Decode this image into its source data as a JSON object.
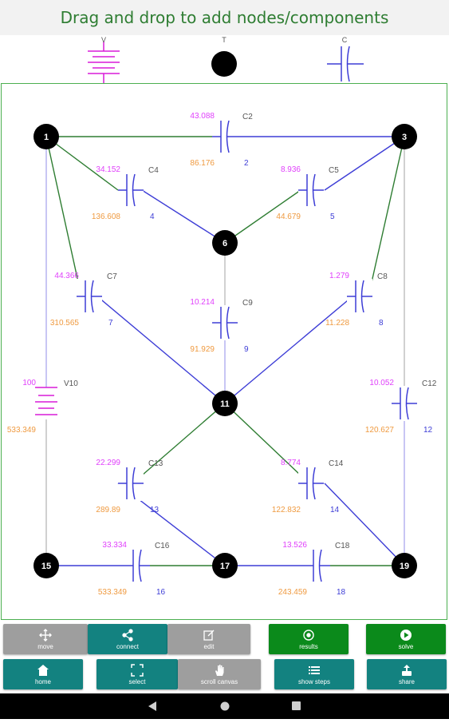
{
  "header": {
    "title": "Drag and drop to add nodes/components"
  },
  "palette": [
    {
      "label": "V",
      "icon": "battery-icon",
      "color": "#d81bd8"
    },
    {
      "label": "T",
      "icon": "node-icon",
      "color": "#000000"
    },
    {
      "label": "C",
      "icon": "capacitor-icon",
      "color": "#3d3dd6"
    }
  ],
  "circuit": {
    "nodes": [
      {
        "id": "1",
        "label": "1"
      },
      {
        "id": "3",
        "label": "3"
      },
      {
        "id": "6",
        "label": "6"
      },
      {
        "id": "11",
        "label": "11"
      },
      {
        "id": "15",
        "label": "15"
      },
      {
        "id": "17",
        "label": "17"
      },
      {
        "id": "19",
        "label": "19"
      }
    ],
    "components": [
      {
        "name": "C2",
        "type": "capacitor",
        "top_value": "43.088",
        "bottom_value": "86.176",
        "index": "2"
      },
      {
        "name": "C4",
        "type": "capacitor",
        "top_value": "34.152",
        "bottom_value": "136.608",
        "index": "4"
      },
      {
        "name": "C5",
        "type": "capacitor",
        "top_value": "8.936",
        "bottom_value": "44.679",
        "index": "5"
      },
      {
        "name": "C7",
        "type": "capacitor",
        "top_value": "44.366",
        "bottom_value": "310.565",
        "index": "7"
      },
      {
        "name": "C8",
        "type": "capacitor",
        "top_value": "1.279",
        "bottom_value": "11.228",
        "index": "8"
      },
      {
        "name": "C9",
        "type": "capacitor",
        "top_value": "10.214",
        "bottom_value": "91.929",
        "index": "9"
      },
      {
        "name": "V10",
        "type": "battery",
        "top_value": "100",
        "bottom_value": "533.349",
        "index": ""
      },
      {
        "name": "C12",
        "type": "capacitor",
        "top_value": "10.052",
        "bottom_value": "120.627",
        "index": "12"
      },
      {
        "name": "C13",
        "type": "capacitor",
        "top_value": "22.299",
        "bottom_value": "289.89",
        "index": "13"
      },
      {
        "name": "C14",
        "type": "capacitor",
        "top_value": "8.774",
        "bottom_value": "122.832",
        "index": "14"
      },
      {
        "name": "C16",
        "type": "capacitor",
        "top_value": "33.334",
        "bottom_value": "533.349",
        "index": "16"
      },
      {
        "name": "C18",
        "type": "capacitor",
        "top_value": "13.526",
        "bottom_value": "243.459",
        "index": "18"
      }
    ],
    "colors": {
      "top_value": "#e040fb",
      "bottom_value": "#ef9a40",
      "index": "#3d3dd6",
      "name": "#555555",
      "wire_blue": "#3d3dd6",
      "wire_green": "#2e7d32",
      "wire_grey": "#bdbdbd",
      "wire_lavender": "#b0aef0",
      "node": "#000000"
    }
  },
  "toolbar": {
    "move": {
      "label": "move",
      "icon": "move-arrows-icon"
    },
    "connect": {
      "label": "connect",
      "icon": "share-icon"
    },
    "edit": {
      "label": "edit",
      "icon": "edit-icon"
    },
    "results": {
      "label": "results",
      "icon": "target-icon"
    },
    "solve": {
      "label": "solve",
      "icon": "play-icon"
    },
    "home": {
      "label": "home",
      "icon": "home-icon"
    },
    "select": {
      "label": "select",
      "icon": "select-corners-icon"
    },
    "scroll": {
      "label": "scroll canvas",
      "icon": "hand-icon"
    },
    "steps": {
      "label": "show steps",
      "icon": "list-icon"
    },
    "share": {
      "label": "share",
      "icon": "share-upload-icon"
    }
  },
  "navbar": {
    "back": "back-icon",
    "home": "home-circle-icon",
    "recents": "recents-icon"
  }
}
